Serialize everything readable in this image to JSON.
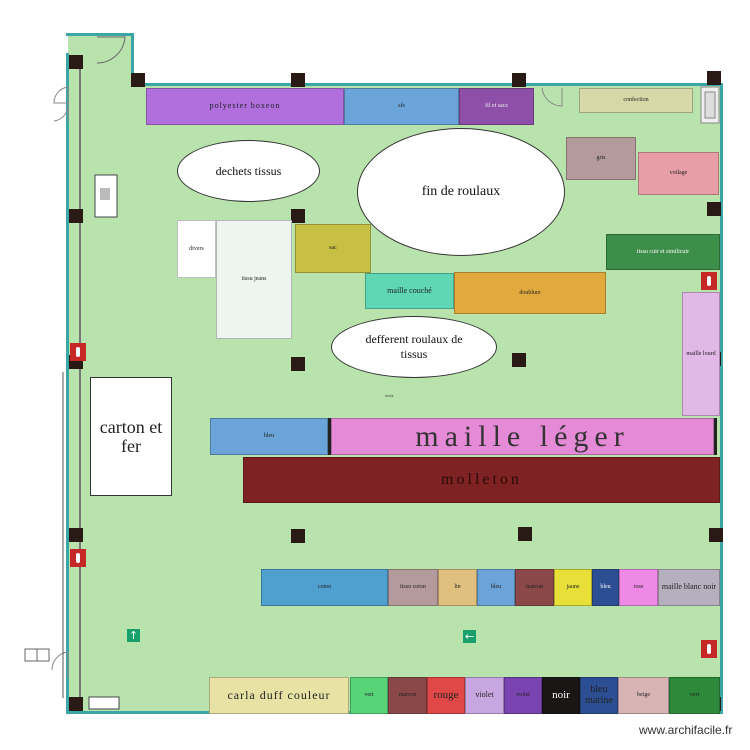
{
  "plan": {
    "zones": {
      "polyester_boxeon": "polyester boxeon",
      "top2": "sfs",
      "top3": "fil et sacs",
      "top_right": "confection",
      "right1": "gris",
      "right2": "voilage",
      "left_small": "divers",
      "big_white": "tissu jeans",
      "olive": "sac",
      "maille_couche": "maille couché",
      "orange": "doublure",
      "green_right": "tissu cuir et similicuir",
      "pink_right": "maille lourd",
      "blue_mid": "bleu",
      "maille_leger": "maille léger",
      "dark_red": "molleton",
      "carton": "carton et fer",
      "ctr_label": "stock",
      "row_blue": "coton",
      "row_grey": "tissu coton",
      "row_tan": "lin",
      "row_blue2": "bleu",
      "row_brown": "marron",
      "row_yellow": "jaune",
      "row_navy": "bleu",
      "row_pink": "rose",
      "row_grey2": "maille blanc noir",
      "bot_beige": "carla duff couleur",
      "bot_green": "vert",
      "bot_brown": "marron",
      "bot_red": "rouge",
      "bot_lav": "violet",
      "bot_purple": "violet",
      "bot_black": "noir",
      "bot_navy": "bleu marine",
      "bot_beige2": "beige",
      "bot_dkgreen": "vert"
    },
    "ovals": {
      "dechets": "dechets tissus",
      "fin_roulaux": "fin de roulaux",
      "defferent": "defferent roulaux de tissus"
    },
    "colors": {
      "floor": "#b9e3ad",
      "wall": "#3aa6a6",
      "pillar": "#2a1a16"
    }
  },
  "watermark": "www.archifacile.fr"
}
